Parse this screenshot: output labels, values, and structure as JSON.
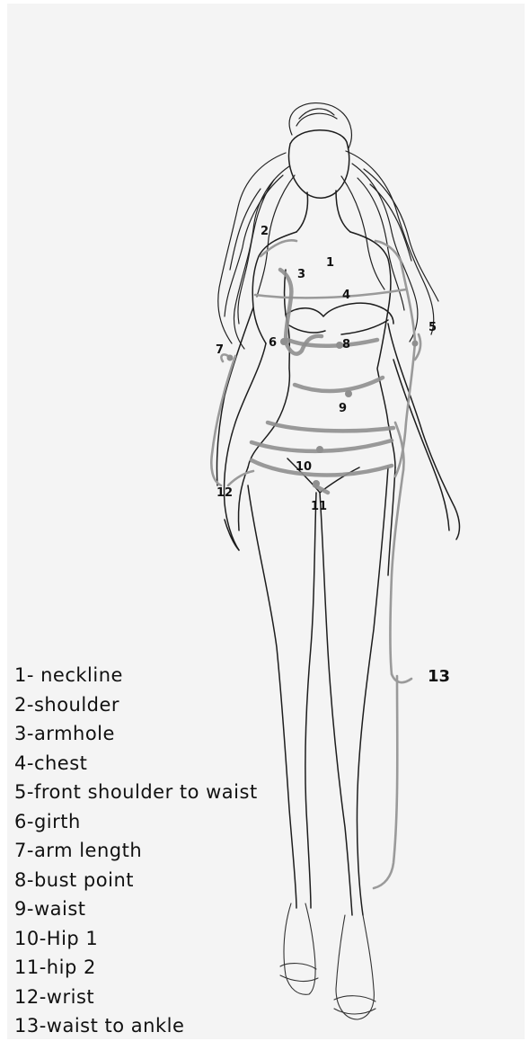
{
  "markers": {
    "m1": "1",
    "m2": "2",
    "m3": "3",
    "m4": "4",
    "m5": "5",
    "m6": "6",
    "m7": "7",
    "m8": "8",
    "m9": "9",
    "m10": "10",
    "m11": "11",
    "m12": "12",
    "m13": "13"
  },
  "legend": [
    "1- neckline",
    "2-shoulder",
    "3-armhole",
    "4-chest",
    "5-front shoulder to waist",
    "6-girth",
    "7-arm length",
    "8-bust point",
    "9-waist",
    "10-Hip 1",
    "11-hip 2",
    "12-wrist",
    "13-waist to ankle"
  ],
  "colors": {
    "ink": "#1d1d1d",
    "measurement_line": "#8f8f8f",
    "paper": "#f4f4f4"
  }
}
